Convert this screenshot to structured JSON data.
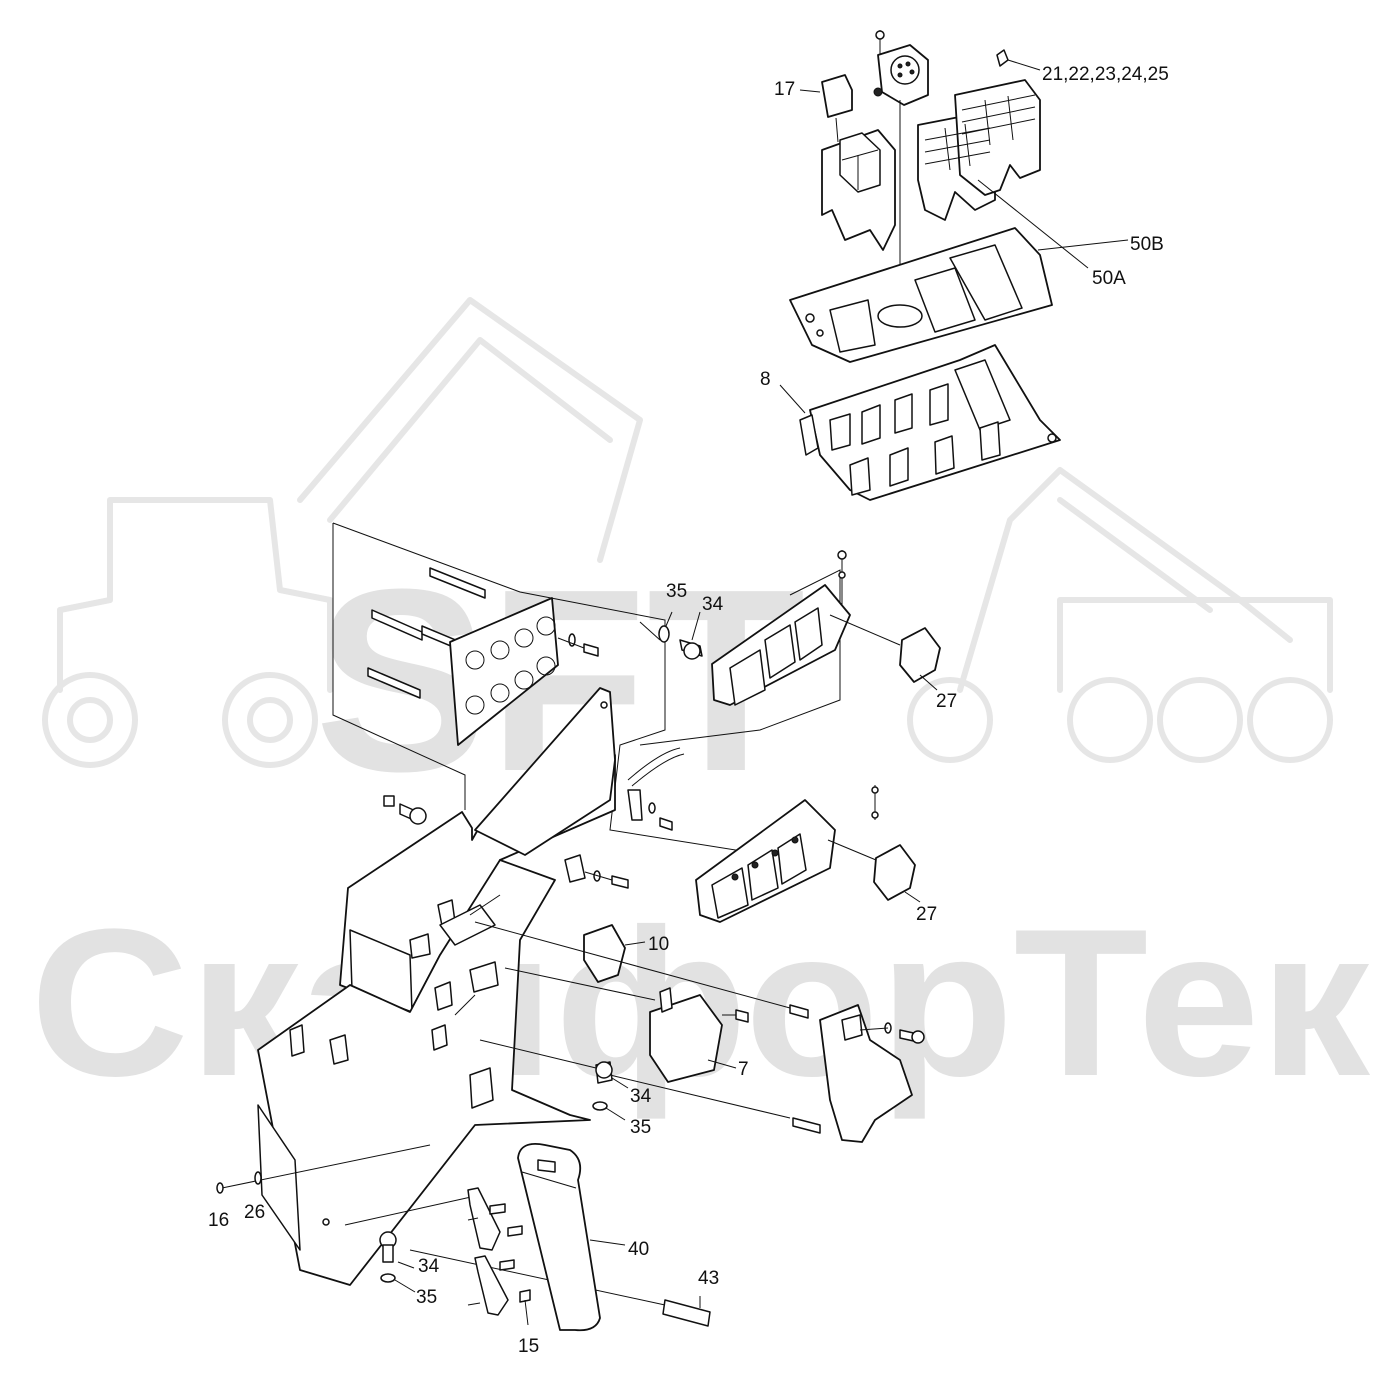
{
  "watermark": {
    "brand": "SFT",
    "company": "СканфорТек"
  },
  "callouts": [
    {
      "id": "c17",
      "label": "17"
    },
    {
      "id": "c21",
      "label": "21,22,23,24,25"
    },
    {
      "id": "c50b",
      "label": "50B"
    },
    {
      "id": "c50a",
      "label": "50A"
    },
    {
      "id": "c8",
      "label": "8"
    },
    {
      "id": "c35a",
      "label": "35"
    },
    {
      "id": "c34a",
      "label": "34"
    },
    {
      "id": "c27a",
      "label": "27"
    },
    {
      "id": "c27b",
      "label": "27"
    },
    {
      "id": "c10",
      "label": "10"
    },
    {
      "id": "c7",
      "label": "7"
    },
    {
      "id": "c34b",
      "label": "34"
    },
    {
      "id": "c35b",
      "label": "35"
    },
    {
      "id": "c16",
      "label": "16"
    },
    {
      "id": "c26",
      "label": "26"
    },
    {
      "id": "c40",
      "label": "40"
    },
    {
      "id": "c43",
      "label": "43"
    },
    {
      "id": "c34c",
      "label": "34"
    },
    {
      "id": "c35c",
      "label": "35"
    },
    {
      "id": "c15",
      "label": "15"
    }
  ]
}
